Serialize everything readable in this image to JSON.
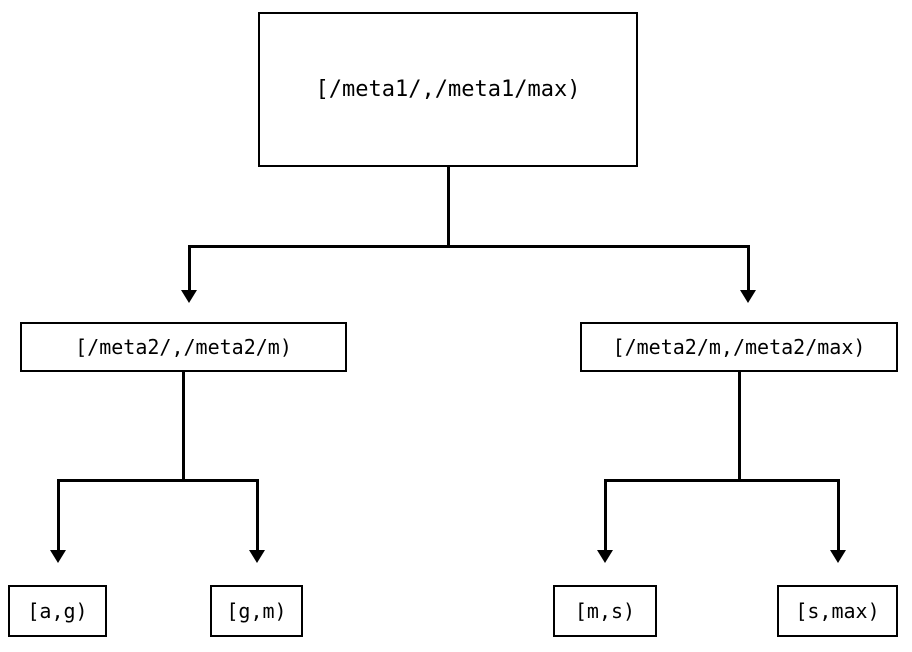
{
  "diagram": {
    "type": "tree",
    "orientation": "top-down",
    "background_color": "#ffffff",
    "line_color": "#000000",
    "text_color": "#000000",
    "levels": 3,
    "root": {
      "label": "[/meta1/,/meta1/max)"
    },
    "level2": [
      {
        "label": "[/meta2/,/meta2/m)"
      },
      {
        "label": "[/meta2/m,/meta2/max)"
      }
    ],
    "leaves": [
      {
        "label": "[a,g)"
      },
      {
        "label": "[g,m)"
      },
      {
        "label": "[m,s)"
      },
      {
        "label": "[s,max)"
      }
    ],
    "edges": [
      {
        "from": "[/meta1/,/meta1/max)",
        "to": "[/meta2/,/meta2/m)"
      },
      {
        "from": "[/meta1/,/meta1/max)",
        "to": "[/meta2/m,/meta2/max)"
      },
      {
        "from": "[/meta2/,/meta2/m)",
        "to": "[a,g)"
      },
      {
        "from": "[/meta2/,/meta2/m)",
        "to": "[g,m)"
      },
      {
        "from": "[/meta2/m,/meta2/max)",
        "to": "[m,s)"
      },
      {
        "from": "[/meta2/m,/meta2/max)",
        "to": "[s,max)"
      }
    ]
  }
}
